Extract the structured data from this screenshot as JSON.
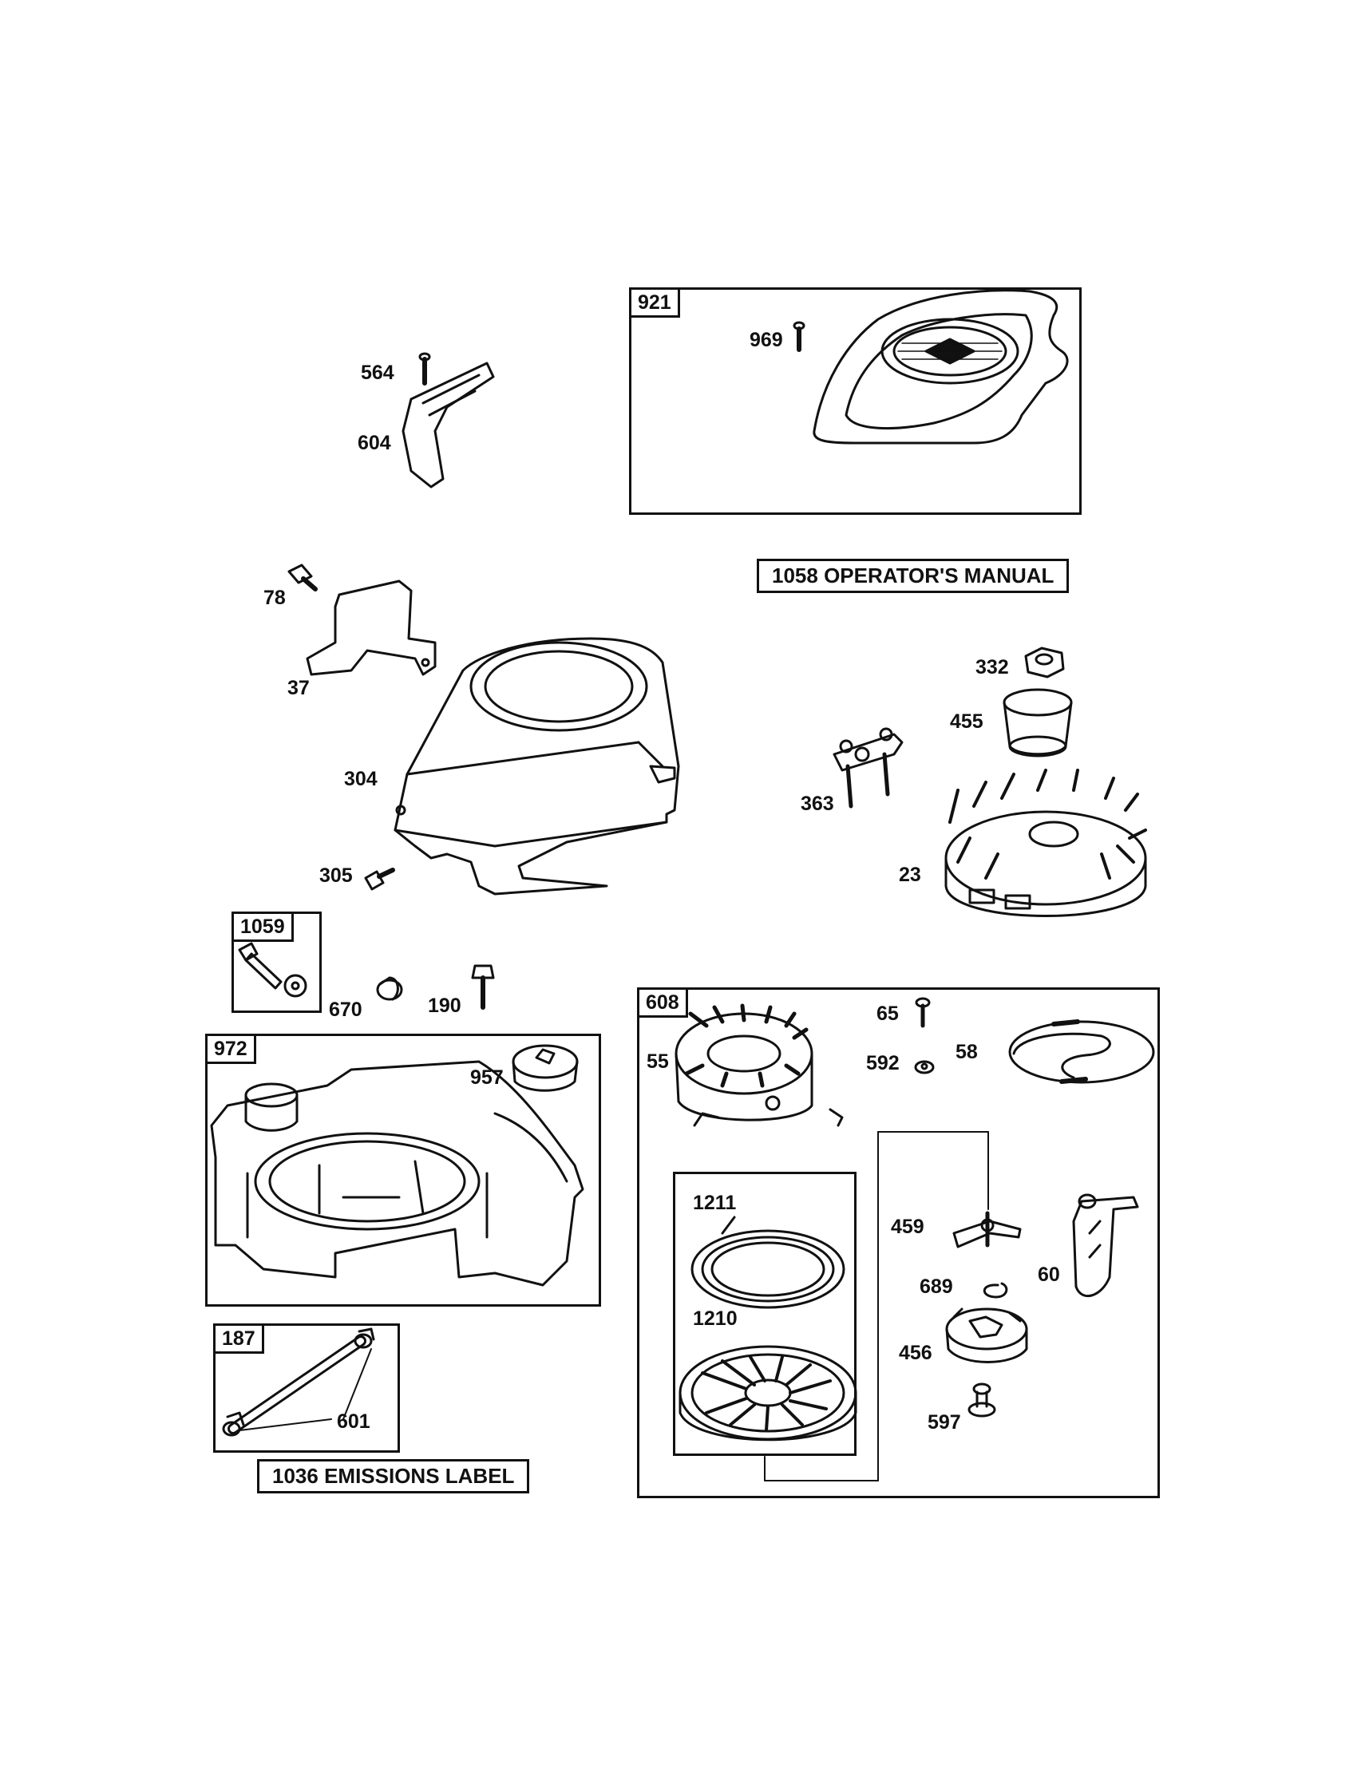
{
  "kit_boxes": {
    "k921": "921",
    "k1059": "1059",
    "k972": "972",
    "k187": "187",
    "k608": "608"
  },
  "notes": {
    "operators_manual": "1058 OPERATOR'S MANUAL",
    "emissions_label": "1036 EMISSIONS LABEL"
  },
  "part_labels": {
    "p564": "564",
    "p604": "604",
    "p969": "969",
    "p78": "78",
    "p37": "37",
    "p304": "304",
    "p305": "305",
    "p332": "332",
    "p455": "455",
    "p363": "363",
    "p23": "23",
    "p670": "670",
    "p190": "190",
    "p957": "957",
    "p601": "601",
    "p65": "65",
    "p55": "55",
    "p592": "592",
    "p58": "58",
    "p1211": "1211",
    "p1210": "1210",
    "p459": "459",
    "p689": "689",
    "p60": "60",
    "p456": "456",
    "p597": "597"
  }
}
